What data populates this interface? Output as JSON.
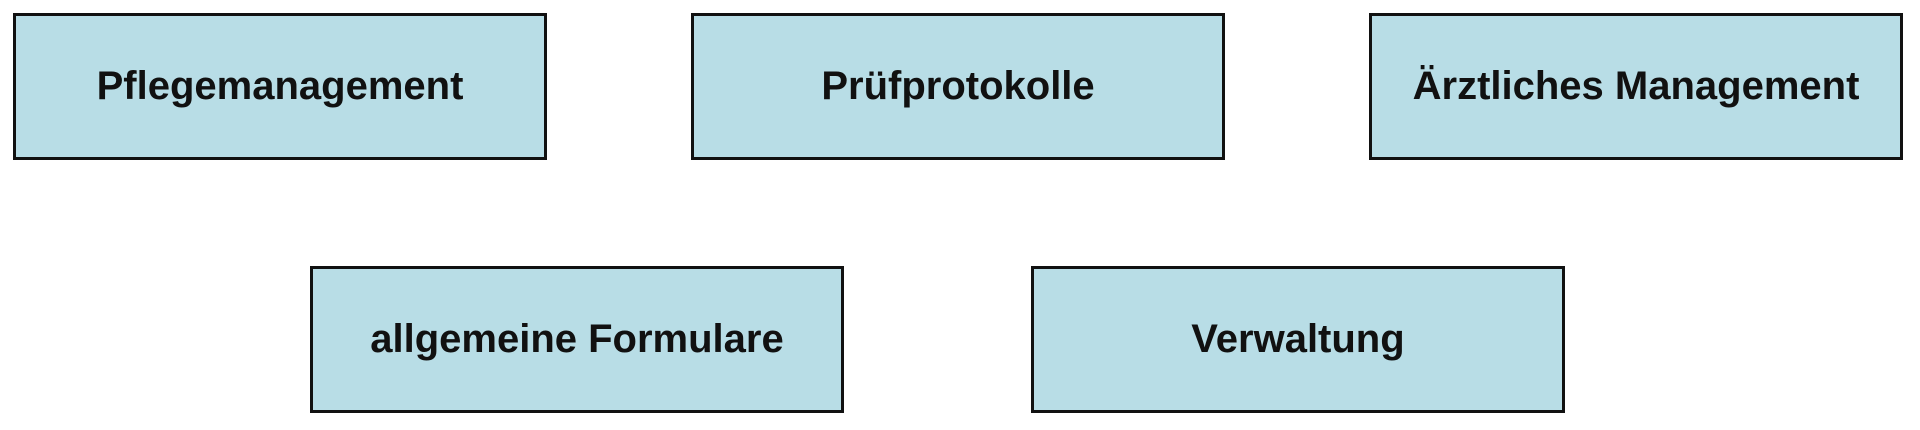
{
  "colors": {
    "tile_fill": "#b8dde6",
    "tile_border": "#111111",
    "text": "#111111",
    "background": "#ffffff"
  },
  "tiles": [
    {
      "label": "Pflegemanagement"
    },
    {
      "label": "Prüfprotokolle"
    },
    {
      "label": "Ärztliches Management"
    },
    {
      "label": "allgemeine Formulare"
    },
    {
      "label": "Verwaltung"
    }
  ]
}
